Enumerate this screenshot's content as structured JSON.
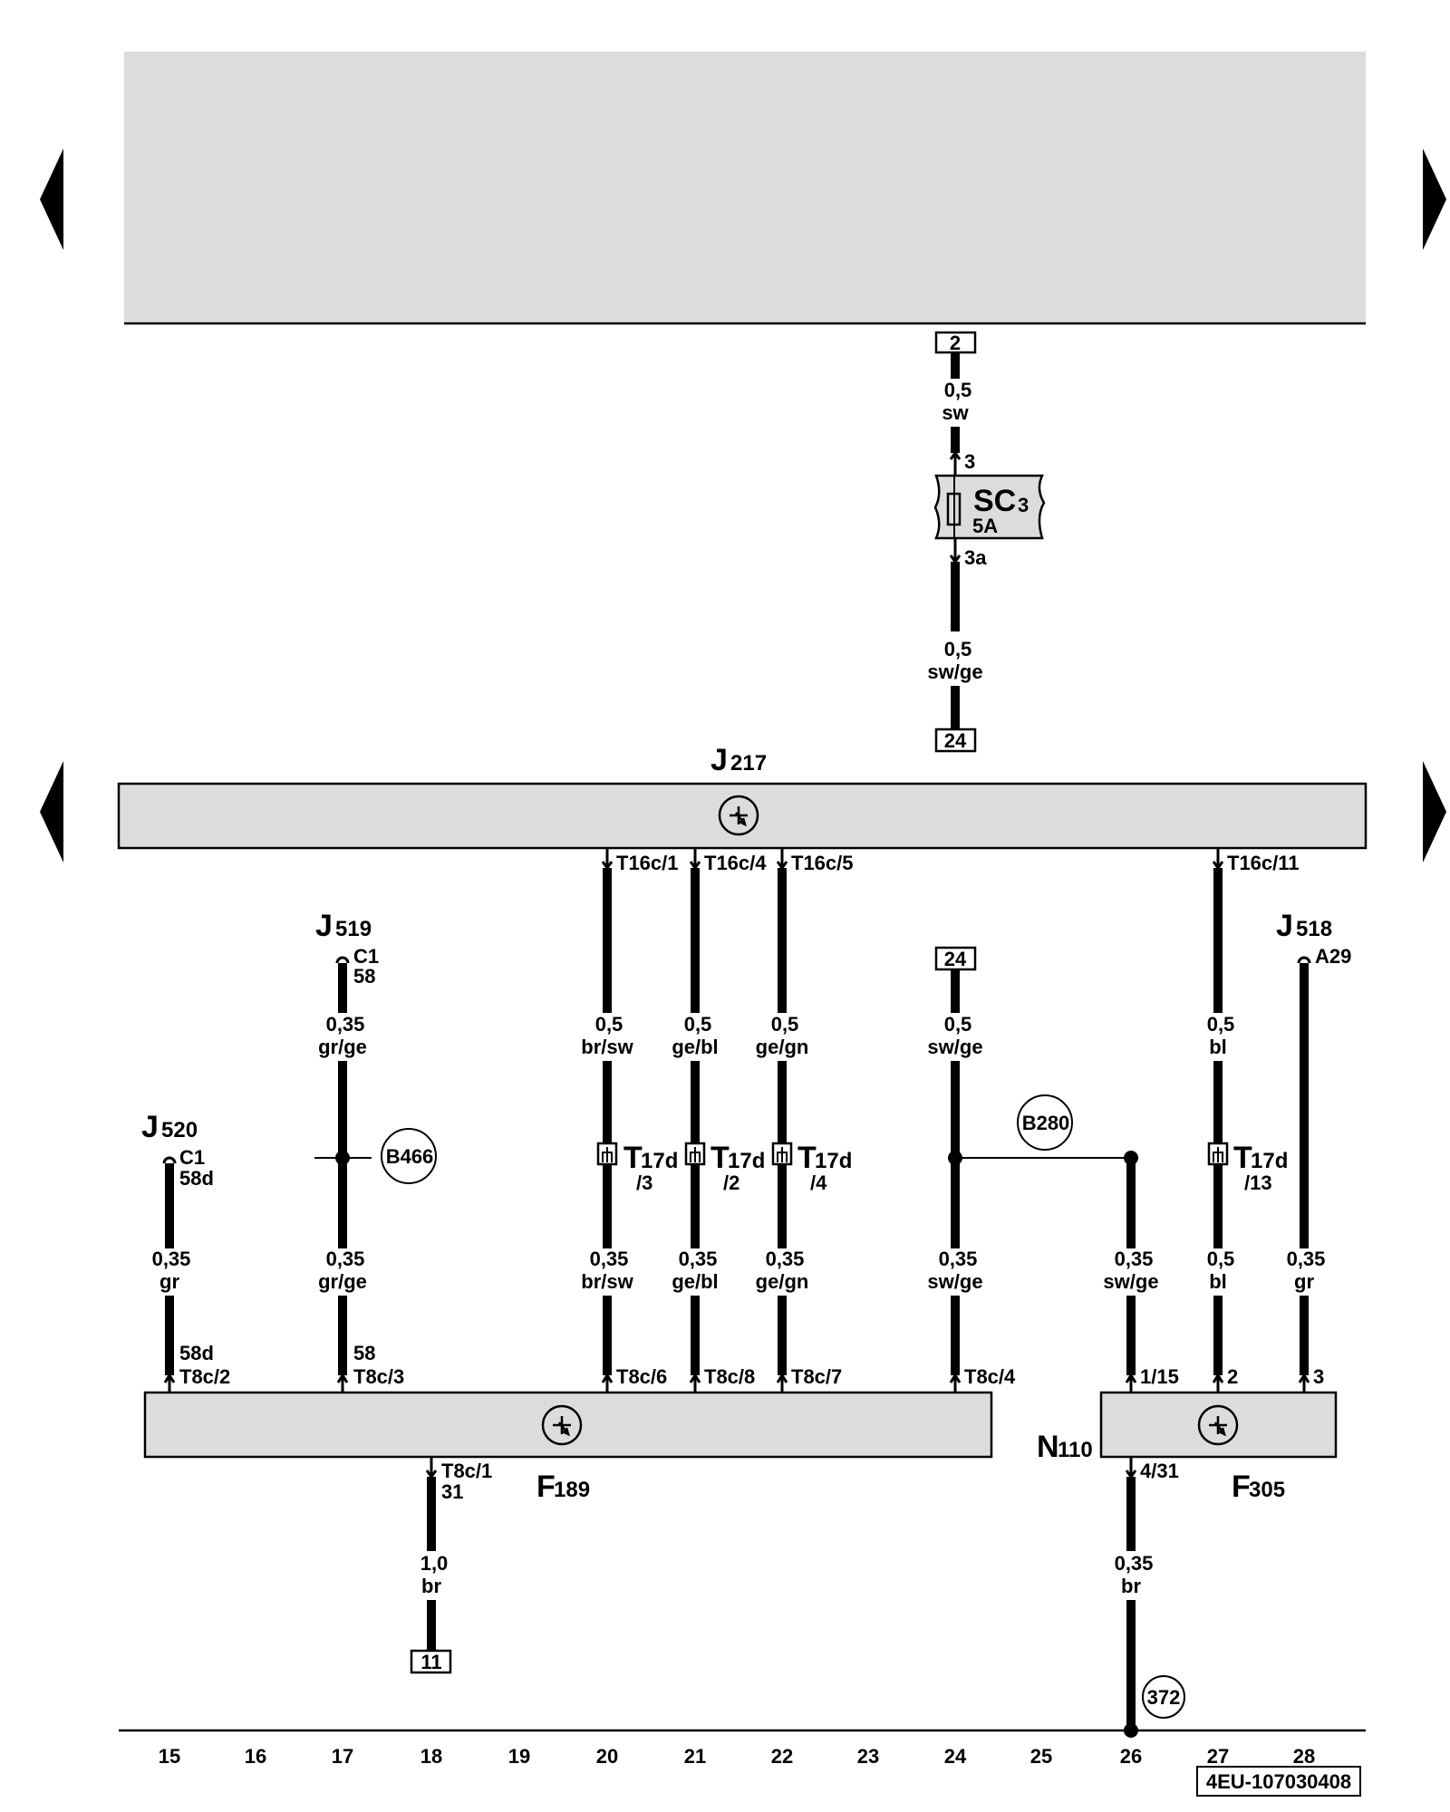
{
  "fuse": {
    "name": "SC",
    "index": "3",
    "rating": "5A",
    "pin_in": "3",
    "pin_out": "3a"
  },
  "refs": {
    "top": "2",
    "j217_feed": "24",
    "right_feed": "24",
    "ground": "11"
  },
  "top_wire": {
    "size": "0,5",
    "color": "sw"
  },
  "feed_wire": {
    "size": "0,5",
    "color": "sw/ge"
  },
  "components": {
    "j217": {
      "letter": "J",
      "number": "217"
    },
    "j519": {
      "letter": "J",
      "number": "519",
      "pin": "C1",
      "pin2": "58"
    },
    "j520": {
      "letter": "J",
      "number": "520",
      "pin": "C1",
      "pin2": "58d"
    },
    "j518": {
      "letter": "J",
      "number": "518",
      "pin": "A29"
    },
    "f189": {
      "letter": "F",
      "number": "189"
    },
    "f305": {
      "letter": "F",
      "number": "305"
    },
    "n110": {
      "letter": "N",
      "number": "110"
    }
  },
  "j217_pins": [
    "T16c/1",
    "T16c/4",
    "T16c/5",
    "T16c/11"
  ],
  "upper_wires": [
    {
      "size": "0,35",
      "color": "gr/ge"
    },
    {
      "size": "0,5",
      "color": "br/sw"
    },
    {
      "size": "0,5",
      "color": "ge/bl"
    },
    {
      "size": "0,5",
      "color": "ge/gn"
    },
    {
      "size": "0,5",
      "color": "sw/ge"
    },
    {
      "size": "0,5",
      "color": "bl"
    }
  ],
  "lower_wires": [
    {
      "size": "0,35",
      "color": "gr"
    },
    {
      "size": "0,35",
      "color": "gr/ge"
    },
    {
      "size": "0,35",
      "color": "br/sw"
    },
    {
      "size": "0,35",
      "color": "ge/bl"
    },
    {
      "size": "0,35",
      "color": "ge/gn"
    },
    {
      "size": "0,35",
      "color": "sw/ge"
    },
    {
      "size": "0,35",
      "color": "sw/ge"
    },
    {
      "size": "0,5",
      "color": "bl"
    },
    {
      "size": "0,35",
      "color": "gr"
    }
  ],
  "connectors": {
    "name": "T",
    "subname": "17d",
    "pins": [
      "/3",
      "/2",
      "/4",
      "/13"
    ]
  },
  "splices": {
    "b466": "B466",
    "b280": "B280",
    "ground_point": "372"
  },
  "f189_pins": {
    "t8c2": "T8c/2",
    "t8c2_top": "58d",
    "t8c3": "T8c/3",
    "t8c3_top": "58",
    "t8c6": "T8c/6",
    "t8c8": "T8c/8",
    "t8c7": "T8c/7",
    "t8c4": "T8c/4",
    "ground": "T8c/1",
    "ground_num": "31"
  },
  "f305_pins": {
    "p1": "1/15",
    "p2": "2",
    "p3": "3",
    "ground": "4/31"
  },
  "ground_wire_f189": {
    "size": "1,0",
    "color": "br"
  },
  "ground_wire_n110": {
    "size": "0,35",
    "color": "br"
  },
  "tracks": [
    "15",
    "16",
    "17",
    "18",
    "19",
    "20",
    "21",
    "22",
    "23",
    "24",
    "25",
    "26",
    "27",
    "28"
  ],
  "doc_id": "4EU-107030408",
  "nav_icons": [
    "triangle-left-icon",
    "triangle-right-icon"
  ]
}
